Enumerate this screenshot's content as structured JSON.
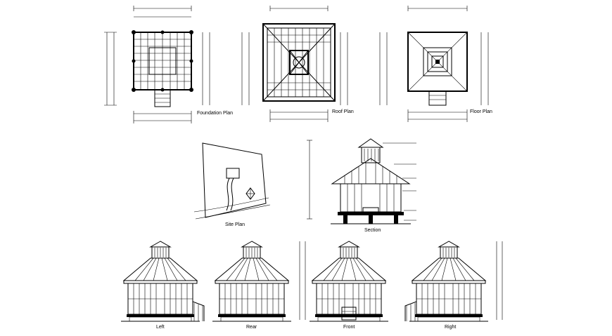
{
  "drawing": {
    "views": {
      "foundation_plan": {
        "title": "Foundation Plan"
      },
      "roof_plan": {
        "title": "Roof Plan"
      },
      "floor_plan": {
        "title": "Floor Plan"
      },
      "site_plan": {
        "title": "Site Plan"
      },
      "section": {
        "title": "Section"
      },
      "elev_left": {
        "title": "Left"
      },
      "elev_rear": {
        "title": "Rear"
      },
      "elev_front": {
        "title": "Front"
      },
      "elev_right": {
        "title": "Right"
      }
    },
    "colors": {
      "ink": "#000000",
      "paper": "#ffffff"
    }
  }
}
